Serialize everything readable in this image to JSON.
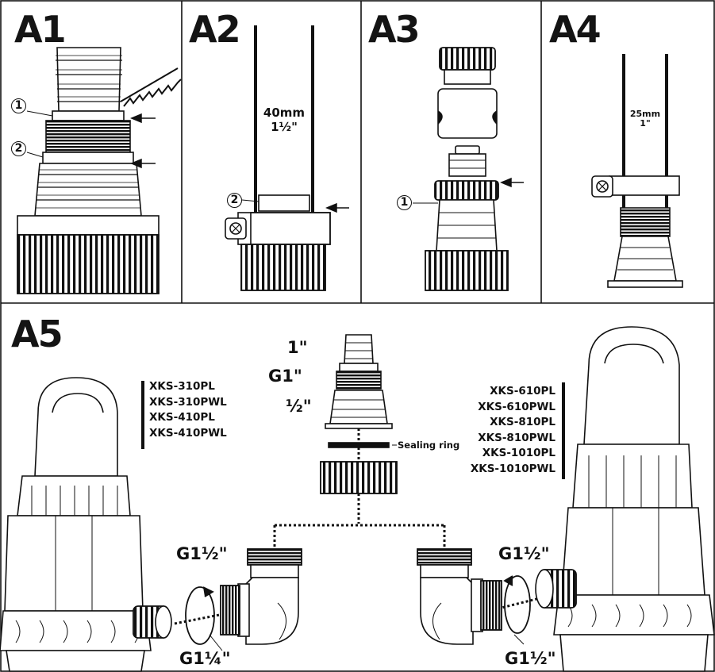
{
  "panels": {
    "a1": {
      "title": "A1",
      "callouts": [
        "1",
        "2"
      ]
    },
    "a2": {
      "title": "A2",
      "size_mm": "40mm",
      "size_in": "1½\"",
      "callout": "2"
    },
    "a3": {
      "title": "A3",
      "callout": "1"
    },
    "a4": {
      "title": "A4",
      "size_mm": "25mm",
      "size_in": "1\""
    },
    "a5": {
      "title": "A5",
      "connector_labels": {
        "one_inch": "1\"",
        "g1": "G1\"",
        "half_inch": "½\""
      },
      "sealing_ring": "Sealing ring",
      "left_models": [
        "XKS-310PL",
        "XKS-310PWL",
        "XKS-410PL",
        "XKS-410PWL"
      ],
      "right_models": [
        "XKS-610PL",
        "XKS-610PWL",
        "XKS-810PL",
        "XKS-810PWL",
        "XKS-1010PL",
        "XKS-1010PWL"
      ],
      "left_elbow_top": "G1½\"",
      "left_elbow_bottom": "G1¼\"",
      "right_elbow_top": "G1½\"",
      "right_elbow_bottom": "G1½\""
    }
  },
  "colors": {
    "line": "#111111",
    "background": "#ffffff"
  }
}
